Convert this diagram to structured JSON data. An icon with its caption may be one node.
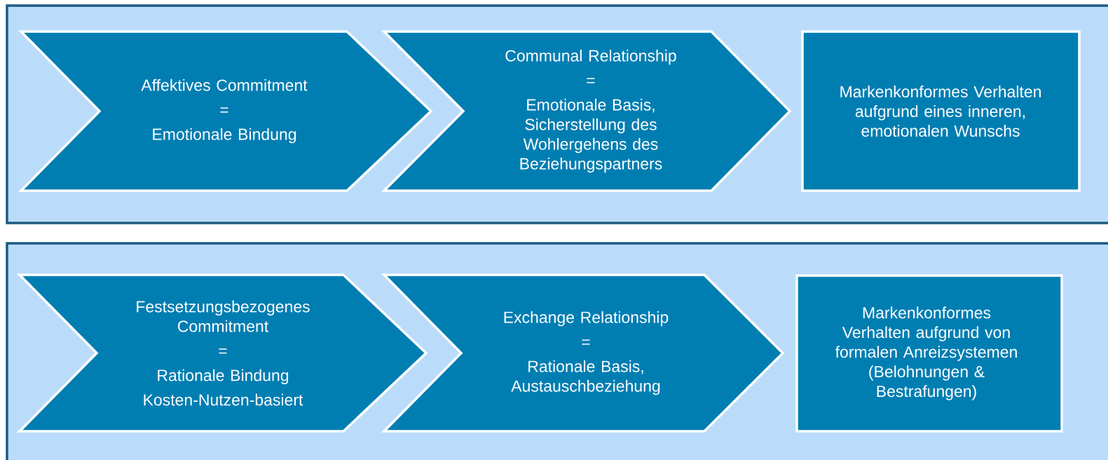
{
  "diagram": {
    "nodes": [
      {
        "text": [],
        "shape": "box"
      },
      {
        "text": [
          "Affektives Commitment",
          "=",
          "Emotionale Bindung"
        ],
        "in": 0
      },
      {
        "text": [
          "Communal Relationship",
          "=",
          "Emotionale Basis, Sicherstellung des Wohlergehens des Beziehungspartners"
        ],
        "in": 0
      },
      {
        "text": [
          "Markenkonformes Verhalten aufgrund eines inneren, emotionalen Wunschs"
        ],
        "in": 0
      },
      {
        "text": [],
        "shape": "box"
      },
      {
        "text": [
          "Festsetzungsbezogenes Commitment",
          "=",
          "Rationale Bindung",
          "Kosten-Nutzen-basiert"
        ],
        "in": 4
      },
      {
        "text": [
          "Exchange Relationship",
          "=",
          "Rationale Basis, Austauschbeziehung"
        ],
        "in": 4
      },
      {
        "text": [
          "Markenkonformes Verhalten aufgrund von formalen Anreizsystemen (Belohnungen & Bestrafungen)"
        ],
        "in": 4
      }
    ]
  }
}
